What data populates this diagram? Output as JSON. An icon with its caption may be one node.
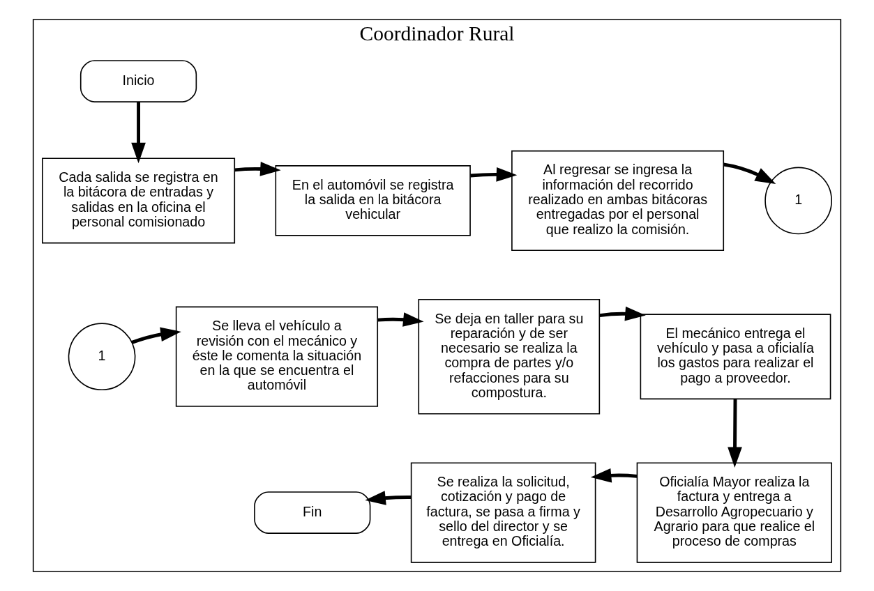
{
  "diagram": {
    "nodes": [
      {
        "text": [
          "Coordinador Rural"
        ]
      },
      {
        "text": [
          "Inicio"
        ],
        "in": 0
      },
      {
        "text": [
          "Cada salida se registra en la bitácora de entradas y salidas en la oficina el personal comisionado"
        ],
        "in": 0
      },
      {
        "text": [
          "En el automóvil se registra la salida en la bitácora vehicular"
        ],
        "in": 0
      },
      {
        "text": [
          "Al regresar se ingresa la información del recorrido realizado en ambas bitácoras entregadas por el personal que realizo la comisión."
        ],
        "in": 0
      },
      {
        "text": [
          "1"
        ],
        "in": 0
      },
      {
        "text": [
          "1"
        ],
        "in": 0
      },
      {
        "text": [
          "Se lleva el vehículo a revisión con el mecánico y éste le comenta la situación en la que se encuentra el automóvil"
        ],
        "in": 0
      },
      {
        "text": [
          "Se deja en taller para su reparación y de ser necesario se realiza la compra de partes y/o refacciones para su compostura."
        ],
        "in": 0
      },
      {
        "text": [
          "El mecánico entrega el vehículo y pasa a oficialía los gastos para realizar el pago a proveedor."
        ],
        "in": 0
      },
      {
        "text": [
          "Oficialía Mayor realiza la factura y entrega a Desarrollo Agropecuario y Agrario para que realice el proceso de compras"
        ],
        "in": 0
      },
      {
        "text": [
          "Se realiza la solicitud, cotización y pago de factura, se pasa a firma y sello del director y se entrega en Oficialía."
        ],
        "in": 0
      },
      {
        "text": [
          "Fin"
        ],
        "in": 0
      }
    ],
    "edges": [
      {
        "from": 1,
        "to": 2,
        "arrow": "to"
      },
      {
        "from": 2,
        "to": 3,
        "arrow": "to"
      },
      {
        "from": 3,
        "to": 4,
        "arrow": "to"
      },
      {
        "from": 4,
        "to": 5,
        "arrow": "to"
      },
      {
        "from": 6,
        "to": 7,
        "arrow": "to"
      },
      {
        "from": 7,
        "to": 8,
        "arrow": "to"
      },
      {
        "from": 8,
        "to": 9,
        "arrow": "to"
      },
      {
        "from": 9,
        "to": 10,
        "arrow": "to"
      },
      {
        "from": 10,
        "to": 11,
        "arrow": "to"
      },
      {
        "from": 11,
        "to": 12,
        "arrow": "to"
      }
    ]
  }
}
